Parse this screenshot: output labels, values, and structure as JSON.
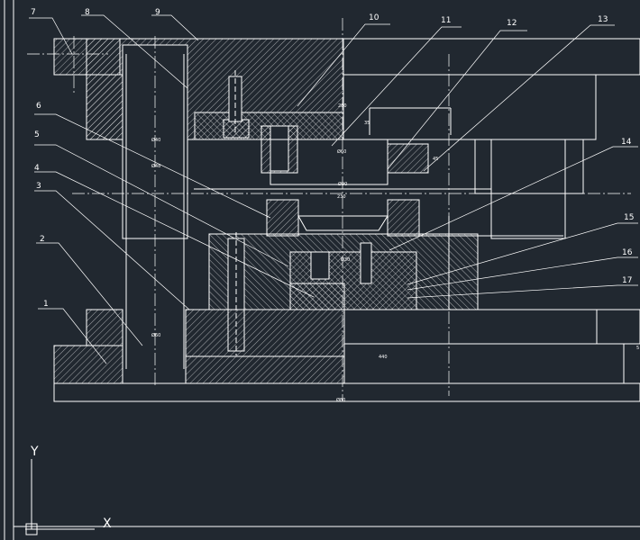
{
  "drawing": {
    "background": "#212830",
    "line_color": "#ffffff",
    "part_labels": [
      "1",
      "2",
      "3",
      "4",
      "5",
      "6",
      "7",
      "8",
      "9",
      "10",
      "11",
      "12",
      "13",
      "14",
      "15",
      "16",
      "17"
    ],
    "dimensions": [
      "Ø40",
      "Ø48",
      "Ø60",
      "Ø30",
      "Ø60",
      "280",
      "35",
      "45",
      "Ø90",
      "230",
      "Ø80",
      "440",
      "5"
    ],
    "ucs": {
      "x_label": "X",
      "y_label": "Y"
    }
  }
}
